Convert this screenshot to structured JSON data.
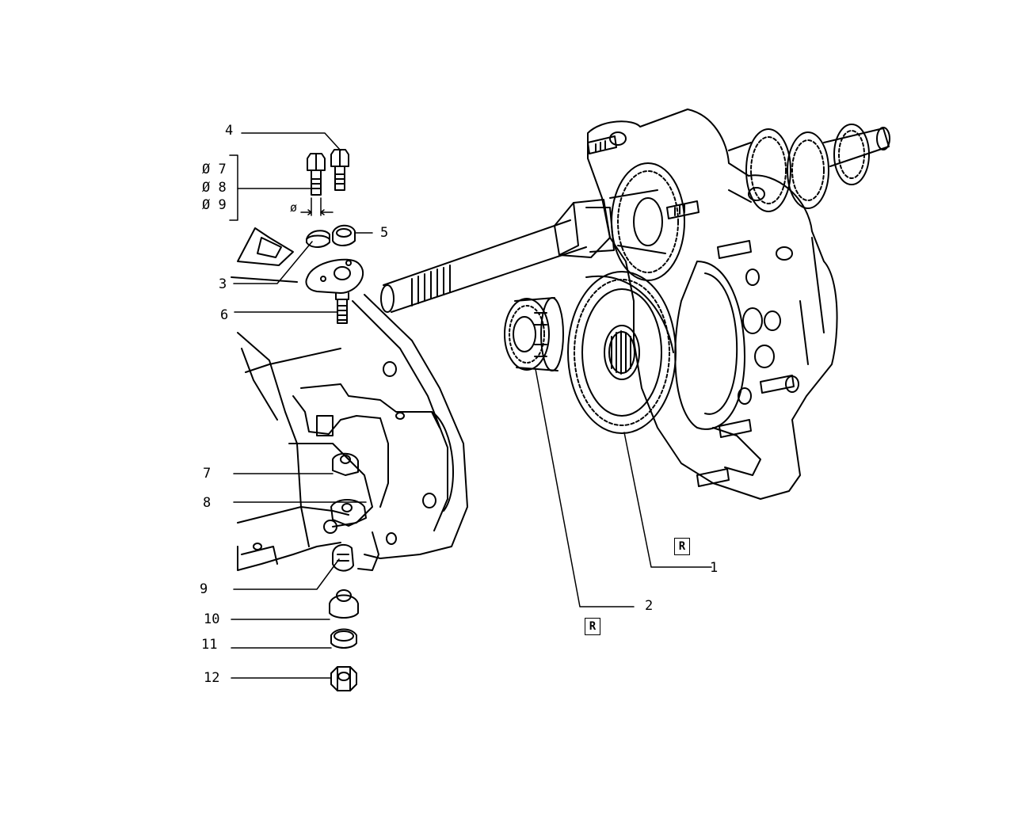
{
  "callouts": [
    "1",
    "2",
    "3",
    "4",
    "5",
    "6",
    "7",
    "8",
    "9",
    "10",
    "11",
    "12"
  ],
  "diameter_options": [
    "Ø 7",
    "Ø 8",
    "Ø 9"
  ],
  "dimension_symbol": "ø",
  "replacement_marker": "R",
  "colors": {
    "ink": "#000000",
    "paper": "#ffffff"
  }
}
